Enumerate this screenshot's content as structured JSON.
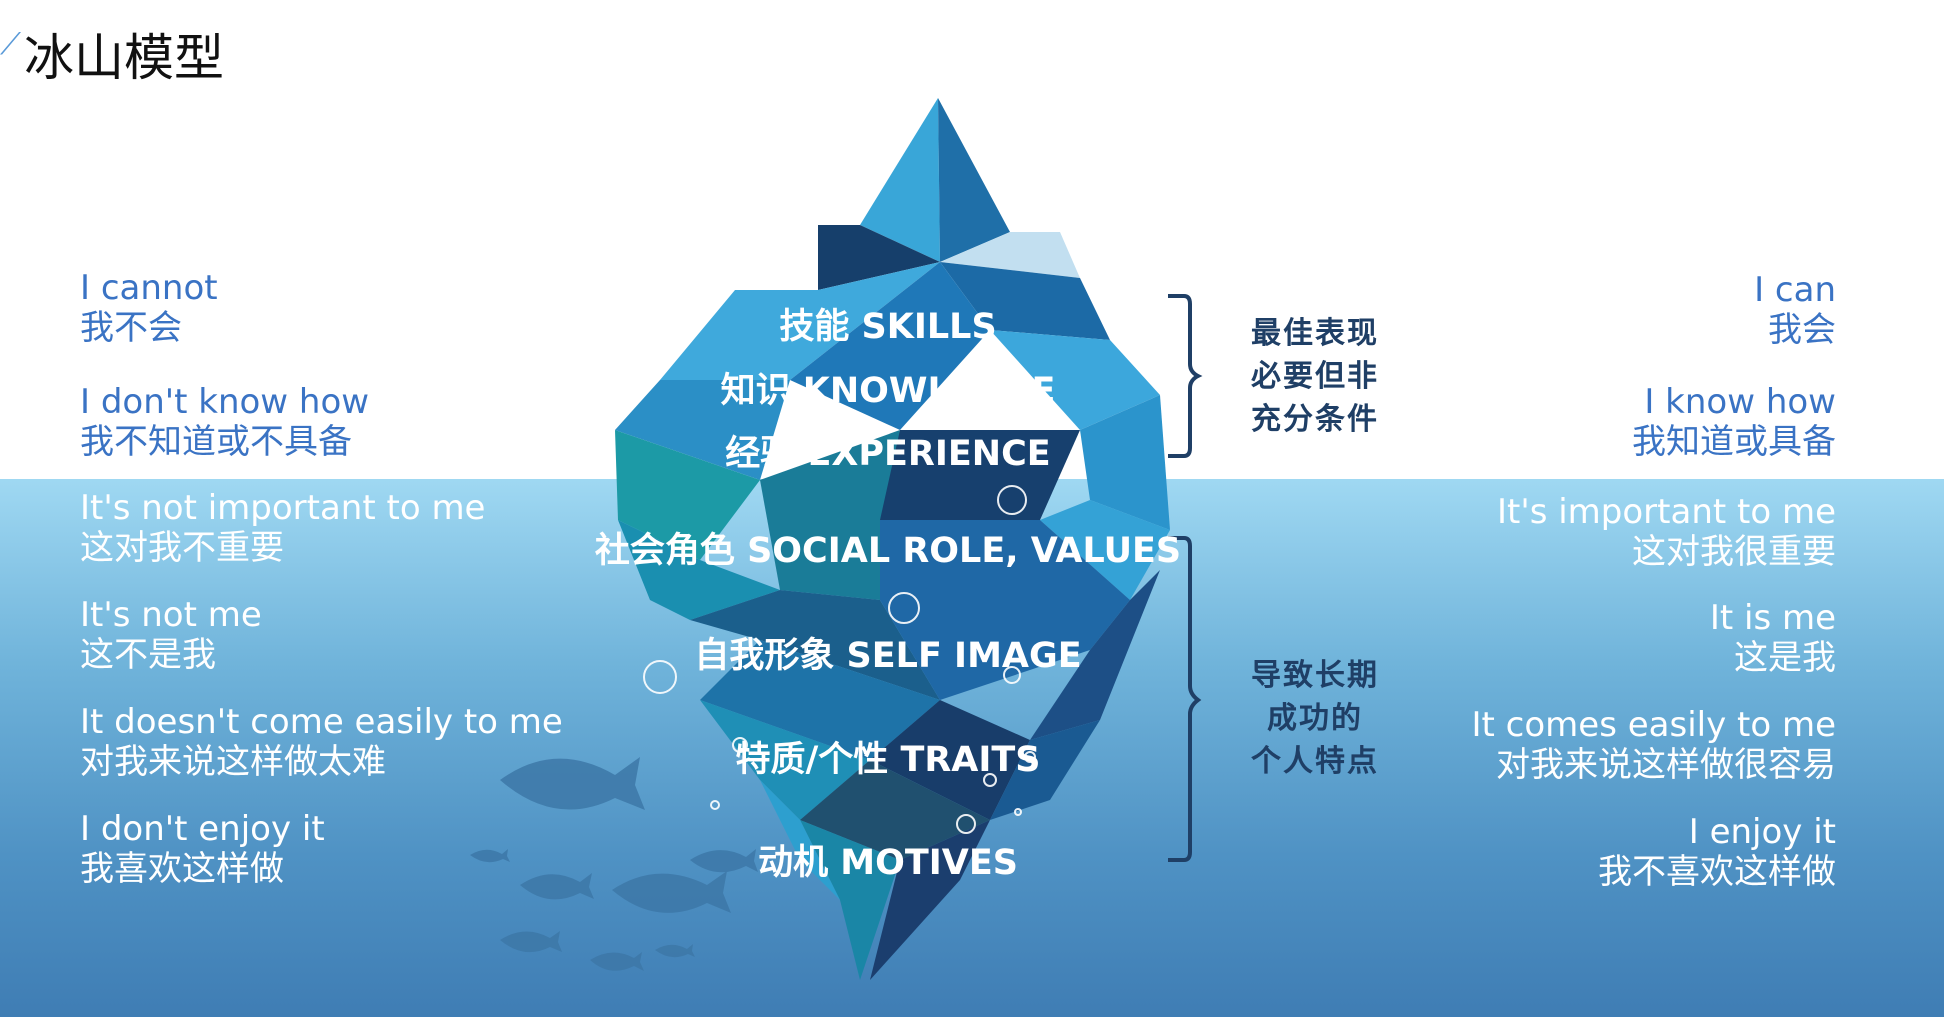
{
  "title": "冰山模型",
  "left_labels": [
    {
      "en": "I cannot",
      "cn": "我不会"
    },
    {
      "en": "I don't know how",
      "cn": "我不知道或不具备"
    },
    {
      "en": "It's not important to me",
      "cn": "这对我不重要"
    },
    {
      "en": "It's not me",
      "cn": "这不是我"
    },
    {
      "en": "It doesn't come easily to me",
      "cn": "对我来说这样做太难"
    },
    {
      "en": "I don't enjoy it",
      "cn": "我喜欢这样做"
    }
  ],
  "right_labels": [
    {
      "en": "I can",
      "cn": "我会"
    },
    {
      "en": "I know how",
      "cn": "我知道或具备"
    },
    {
      "en": "It's important to me",
      "cn": "这对我很重要"
    },
    {
      "en": "It is me",
      "cn": "这是我"
    },
    {
      "en": "It comes easily to me",
      "cn": "对我来说这样做很容易"
    },
    {
      "en": "I enjoy it",
      "cn": "我不喜欢这样做"
    }
  ],
  "iceberg_layers": [
    "技能 SKILLS",
    "知识 KNOWLEDGE",
    "经验 EXPERIENCE",
    "社会角色 SOCIAL ROLE, VALUES",
    "自我形象 SELF IMAGE",
    "特质/个性 TRAITS",
    "动机 MOTIVES"
  ],
  "notes": {
    "upper": [
      "最佳表现",
      "必要但非",
      "充分条件"
    ],
    "lower": [
      "导致长期",
      "成功的",
      "个人特点"
    ]
  },
  "colors": {
    "above_text": "#3a73c4",
    "below_text": "#ffffff",
    "note_text": "#1f3f66",
    "water_top": "#9fd8f2",
    "water_bottom": "#3f7db4"
  }
}
